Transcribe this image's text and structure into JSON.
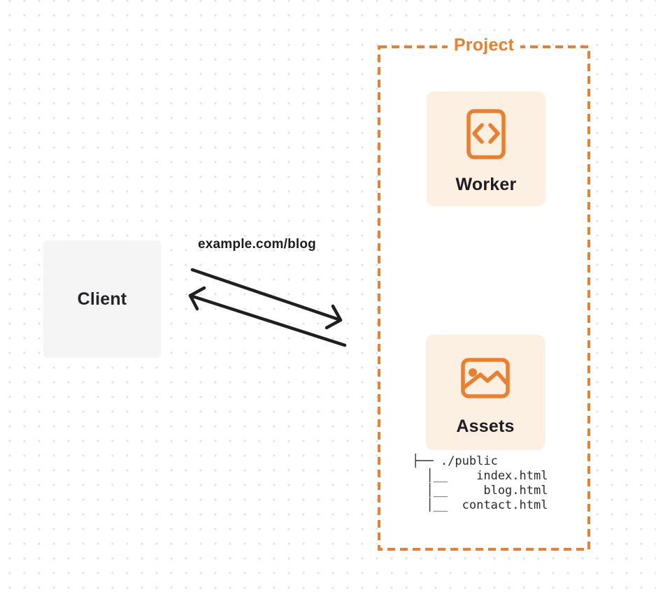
{
  "colors": {
    "accent_orange": "#ED7F2C",
    "card_background": "#FCF0E3",
    "client_background": "#F5F5F6",
    "arrow": "#1F1F1F",
    "grid_dot": "#E4E4E7",
    "text_dark": "#232327"
  },
  "client": {
    "label": "Client"
  },
  "request": {
    "label": "example.com/blog"
  },
  "project": {
    "label": "Project",
    "worker": {
      "label": "Worker",
      "icon": "code-file-icon"
    },
    "assets": {
      "label": "Assets",
      "icon": "image-icon",
      "tree": "├── ./public\n  │__    index.html\n  │__     blog.html\n  │__  contact.html"
    }
  }
}
